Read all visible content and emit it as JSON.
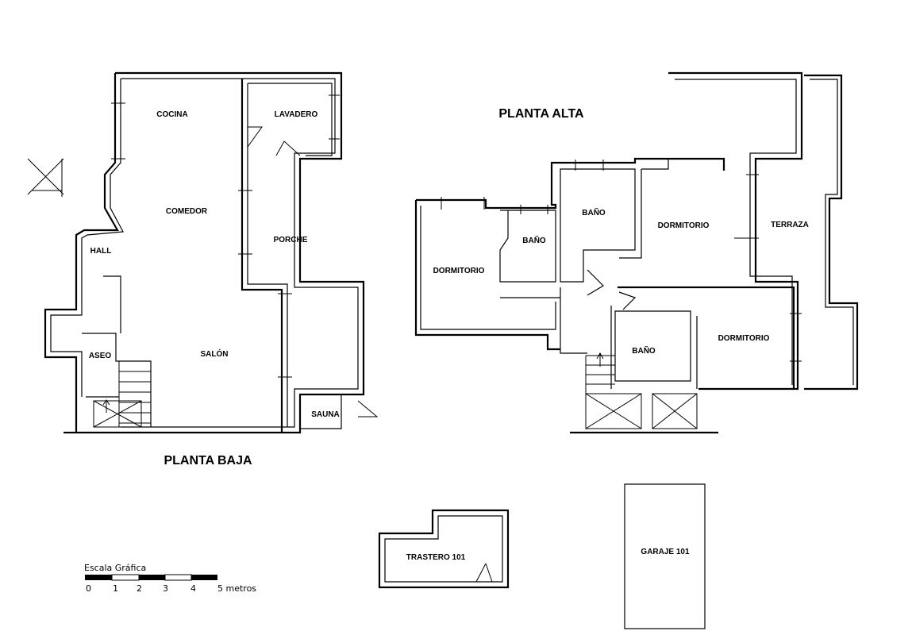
{
  "titles": {
    "ground": "PLANTA BAJA",
    "upper": "PLANTA ALTA"
  },
  "rooms": {
    "cocina": "COCINA",
    "lavadero": "LAVADERO",
    "comedor": "COMEDOR",
    "hall": "HALL",
    "porche": "PORCHE",
    "aseo": "ASEO",
    "salon": "SALÓN",
    "sauna": "SAUNA",
    "dormitorio_1": "DORMITORIO",
    "bano_1": "BAÑO",
    "bano_2": "BAÑO",
    "dormitorio_2": "DORMITORIO",
    "terraza": "TERRAZA",
    "bano_3": "BAÑO",
    "dormitorio_3": "DORMITORIO",
    "trastero": "TRASTERO 101",
    "garaje": "GARAJE 101"
  },
  "scale": {
    "title": "Escala Gráfica",
    "ticks": [
      "0",
      "1",
      "2",
      "3",
      "4"
    ],
    "end_label": "5 metros"
  }
}
